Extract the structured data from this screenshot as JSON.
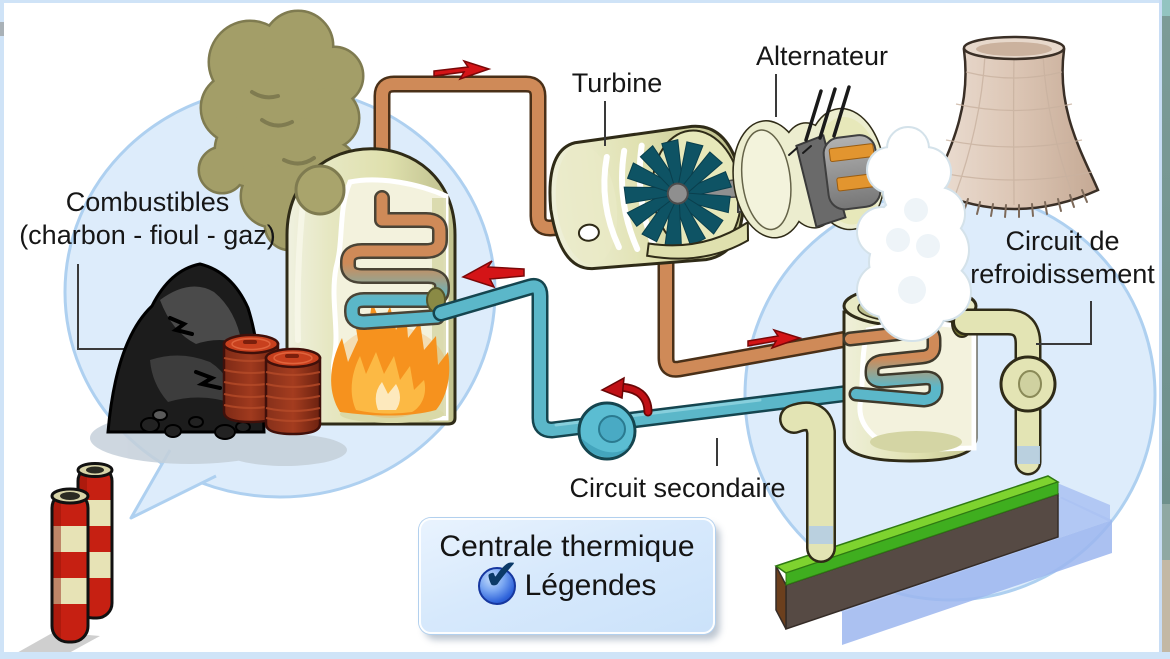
{
  "labels": {
    "combustibles_line1": "Combustibles",
    "combustibles_line2": "(charbon - fioul - gaz)",
    "turbine": "Turbine",
    "alternateur": "Alternateur",
    "refroidissement_line1": "Circuit de",
    "refroidissement_line2": "refroidissement",
    "secondaire": "Circuit secondaire"
  },
  "legend": {
    "title": "Centrale thermique",
    "toggle_label": "Légendes",
    "check_icon": "check-icon",
    "checked": true
  },
  "colors": {
    "hot_pipe_orange": "#cf8a58",
    "cold_pipe_teal": "#5bb7c9",
    "flow_arrow_red": "#d41417",
    "bubble_fill": "#ddecfb",
    "bubble_border": "#aed0f0",
    "machine_body_cream": "#e0e1b0",
    "fire_orange": "#f6921e",
    "smoke_olive": "#a39e68",
    "legend_fill": "#d9eafc",
    "check_icon_blue": "#2f63da",
    "frame_blue": "#cfe3f7"
  }
}
